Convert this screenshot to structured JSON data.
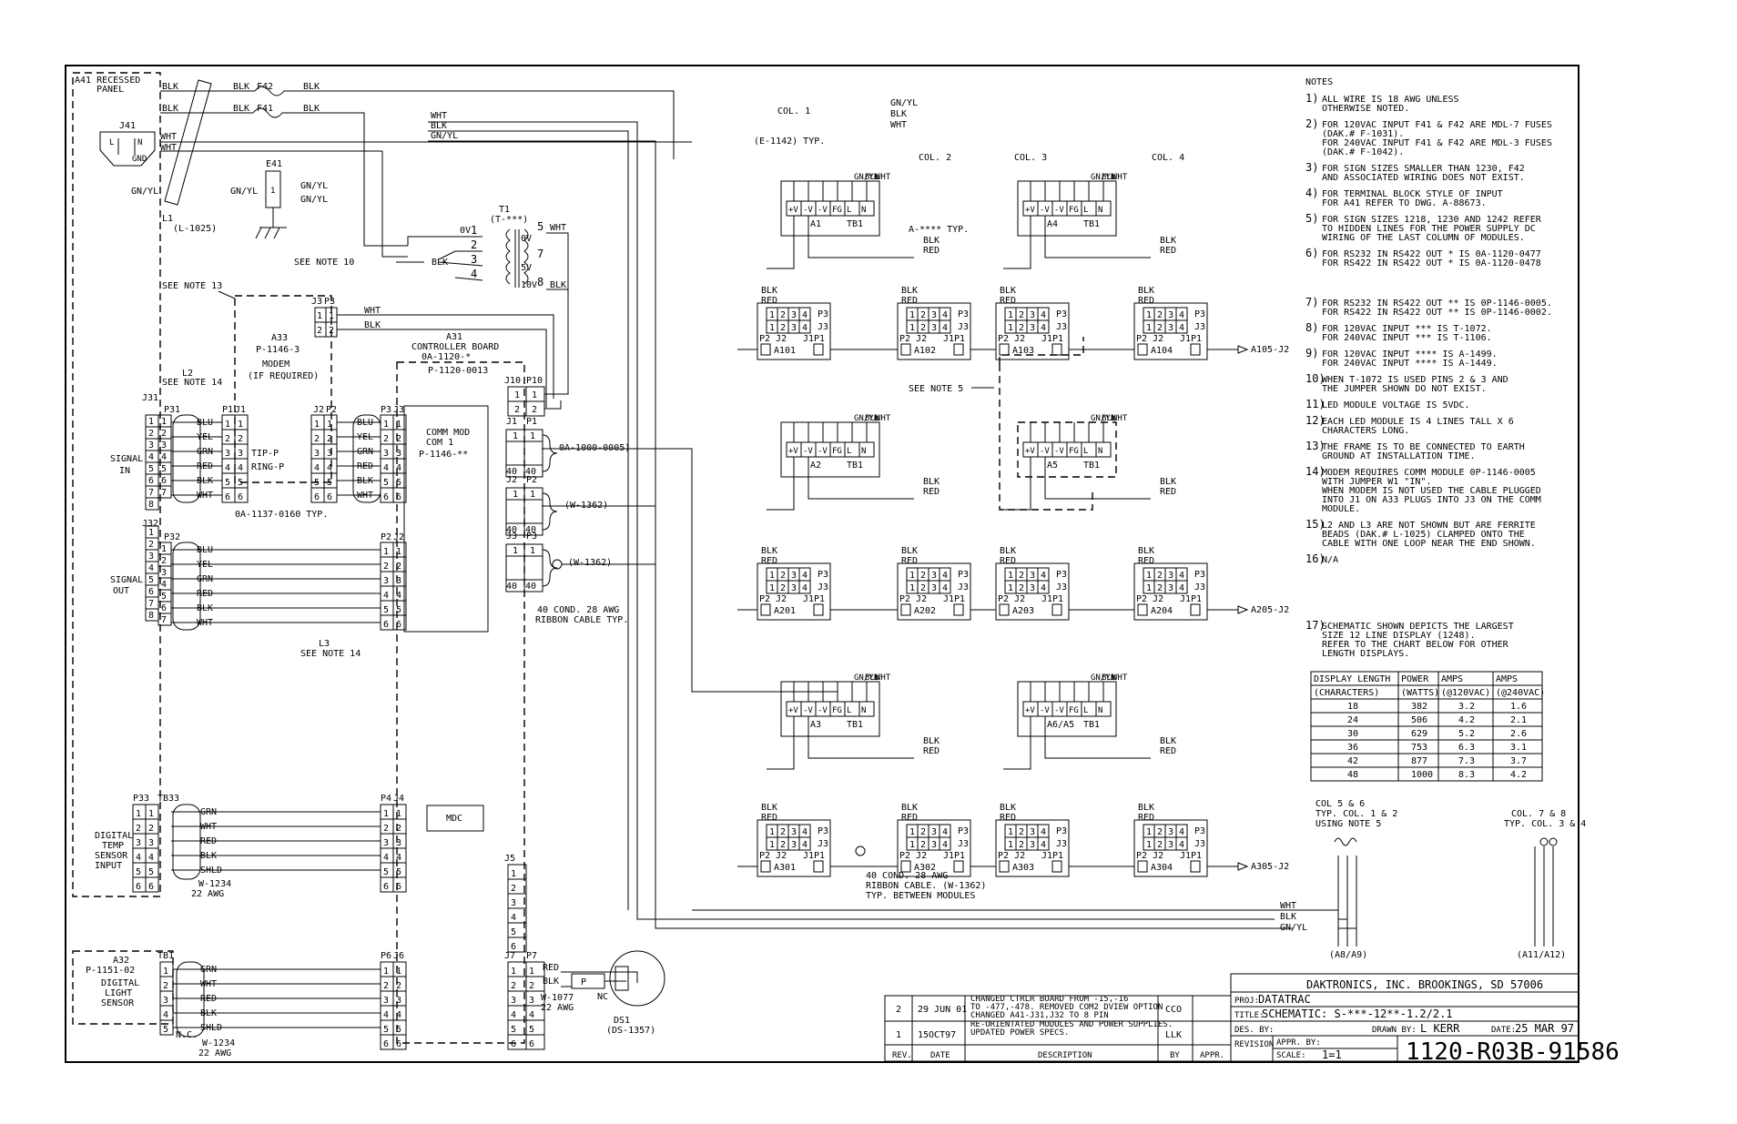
{
  "title_block": {
    "company": "DAKTRONICS, INC.   BROOKINGS, SD 57006",
    "proj_label": "PROJ:",
    "proj": "DATATRAC",
    "title_label": "TITLE:",
    "title": "SCHEMATIC: S-***-12**-1.2/2.1",
    "des_by_label": "DES. BY:",
    "drawn_by_label": "DRAWN BY:",
    "drawn_by": "L KERR",
    "date_label": "DATE:",
    "date": "25 MAR 97",
    "revision_label": "REVISION",
    "appr_by_label": "APPR. BY:",
    "scale_label": "SCALE:",
    "scale": "1=1",
    "drawing_number": "1120-R03B-91586"
  },
  "revisions": {
    "headers": [
      "REV.",
      "DATE",
      "DESCRIPTION",
      "BY",
      "APPR."
    ],
    "rows": [
      {
        "rev": "2",
        "date": "29 JUN 01",
        "desc": [
          "CHANGED CTRLR BOARD FROM -15,-16",
          "TO -477,-478.  REMOVED COM2 DVIEW OPTION",
          "CHANGED A41-J31,J32 TO 8 PIN"
        ],
        "by": "CCO"
      },
      {
        "rev": "1",
        "date": "15OCT97",
        "desc": [
          "RE-ORIENTATED MODULES AND POWER SUPPLIES.",
          "UPDATED POWER SPECS."
        ],
        "by": "LLK"
      }
    ]
  },
  "notes": {
    "heading": "NOTES",
    "items": [
      {
        "n": "1)",
        "lines": [
          "ALL WIRE IS 18 AWG UNLESS",
          "OTHERWISE NOTED."
        ]
      },
      {
        "n": "2)",
        "lines": [
          "FOR 120VAC INPUT F41 & F42 ARE MDL-7 FUSES",
          "(DAK.# F-1031).",
          "FOR 240VAC INPUT F41 & F42 ARE MDL-3 FUSES",
          "(DAK.# F-1042)."
        ]
      },
      {
        "n": "3)",
        "lines": [
          "FOR SIGN SIZES SMALLER THAN 1230, F42",
          "AND ASSOCIATED WIRING DOES NOT EXIST."
        ]
      },
      {
        "n": "4)",
        "lines": [
          "FOR TERMINAL BLOCK STYLE OF INPUT",
          "FOR A41 REFER TO DWG. A-88673."
        ]
      },
      {
        "n": "5)",
        "lines": [
          "FOR SIGN SIZES 1218, 1230 AND 1242 REFER",
          "TO HIDDEN LINES FOR THE POWER SUPPLY DC",
          "WIRING OF THE LAST COLUMN OF MODULES."
        ]
      },
      {
        "n": "6)",
        "lines": [
          "FOR RS232 IN RS422 OUT * IS 0A-1120-0477",
          "FOR RS422 IN RS422 OUT * IS 0A-1120-0478"
        ]
      },
      {
        "n": "7)",
        "lines": [
          "FOR RS232 IN RS422 OUT ** IS 0P-1146-0005.",
          "FOR RS422 IN RS422 OUT ** IS 0P-1146-0002."
        ]
      },
      {
        "n": "8)",
        "lines": [
          "FOR 120VAC INPUT *** IS T-1072.",
          "FOR 240VAC INPUT *** IS T-1106."
        ]
      },
      {
        "n": "9)",
        "lines": [
          "FOR 120VAC INPUT **** IS A-1499.",
          "FOR 240VAC INPUT **** IS A-1449."
        ]
      },
      {
        "n": "10)",
        "lines": [
          "WHEN T-1072 IS USED PINS 2 & 3 AND",
          "THE JUMPER SHOWN DO NOT EXIST."
        ]
      },
      {
        "n": "11)",
        "lines": [
          "LED MODULE VOLTAGE IS 5VDC."
        ]
      },
      {
        "n": "12)",
        "lines": [
          "EACH LED MODULE IS 4 LINES TALL X 6",
          "CHARACTERS LONG."
        ]
      },
      {
        "n": "13)",
        "lines": [
          "THE FRAME IS TO BE CONNECTED TO EARTH",
          "GROUND AT INSTALLATION TIME."
        ]
      },
      {
        "n": "14)",
        "lines": [
          "MODEM REQUIRES COMM MODULE 0P-1146-0005",
          "WITH JUMPER W1 \"IN\".",
          "WHEN MODEM IS NOT USED THE CABLE PLUGGED",
          "INTO J1 ON A33 PLUGS INTO J3 ON THE COMM",
          "MODULE."
        ]
      },
      {
        "n": "15)",
        "lines": [
          "L2 AND L3 ARE NOT SHOWN BUT ARE FERRITE",
          "BEADS (DAK.# L-1025) CLAMPED ONTO THE",
          "CABLE WITH ONE LOOP NEAR THE END SHOWN."
        ]
      },
      {
        "n": "16)",
        "lines": [
          "N/A"
        ]
      },
      {
        "n": "17)",
        "lines": [
          "SCHEMATIC SHOWN DEPICTS THE LARGEST",
          "SIZE 12 LINE DISPLAY (1248).",
          "REFER TO THE CHART BELOW FOR OTHER",
          "LENGTH DISPLAYS."
        ]
      }
    ]
  },
  "display_table": {
    "headers": [
      [
        "DISPLAY LENGTH",
        "(CHARACTERS)"
      ],
      [
        "POWER",
        "(WATTS)"
      ],
      [
        "AMPS",
        "(@120VAC)"
      ],
      [
        "AMPS",
        "(@240VAC)"
      ]
    ],
    "rows": [
      [
        "18",
        "382",
        "3.2",
        "1.6"
      ],
      [
        "24",
        "506",
        "4.2",
        "2.1"
      ],
      [
        "30",
        "629",
        "5.2",
        "2.6"
      ],
      [
        "36",
        "753",
        "6.3",
        "3.1"
      ],
      [
        "42",
        "877",
        "7.3",
        "3.7"
      ],
      [
        "48",
        "1000",
        "8.3",
        "4.2"
      ]
    ]
  },
  "power_entry": {
    "panel": [
      "A41 RECESSED",
      "PANEL"
    ],
    "blk": "BLK",
    "wht": "WHT",
    "gnyl": "GN/YL",
    "f42": "F42",
    "f41": "F41",
    "j41": "J41",
    "l_pin": "L",
    "n_pin": "N",
    "gnd_pin": "GND",
    "l1": [
      "L1",
      "(L-1025)"
    ],
    "e41": "E41",
    "e41_pin": "1",
    "see_note_10": "SEE NOTE 10",
    "t1": [
      "T1",
      "(T-***)"
    ],
    "t1_pins": [
      "0V",
      "1",
      "2",
      "3",
      "4"
    ],
    "t1_sec": [
      "0V",
      "5V",
      "10V"
    ],
    "t1_sec_pins": [
      "5",
      "7",
      "8"
    ]
  },
  "modem": {
    "labels": [
      "A33",
      "P-1146-3",
      "MODEM",
      "(IF REQUIRED)"
    ],
    "see_note_13": "SEE NOTE 13",
    "j3": "J3",
    "p3": "P3",
    "pins": [
      "1",
      "2"
    ],
    "tip": "TIP-P",
    "ring": "RING-P"
  },
  "l2": [
    "L2",
    "SEE NOTE 14"
  ],
  "l3": [
    "L3",
    "SEE NOTE 14"
  ],
  "signal_in": {
    "label": [
      "SIGNAL",
      "IN"
    ],
    "j": "J31",
    "p": "P31"
  },
  "signal_out": {
    "label": [
      "SIGNAL",
      "OUT"
    ],
    "j": "J32",
    "p": "P32"
  },
  "pins8": [
    "1",
    "2",
    "3",
    "4",
    "5",
    "6",
    "7",
    "8"
  ],
  "pins6": [
    "1",
    "2",
    "3",
    "4",
    "5",
    "6"
  ],
  "pins5": [
    "1",
    "2",
    "3",
    "4",
    "5"
  ],
  "colors6": [
    "BLU",
    "YEL",
    "GRN",
    "RED",
    "BLK",
    "WHT"
  ],
  "colors5": [
    "GRN",
    "WHT",
    "RED",
    "BLK",
    "SHLD"
  ],
  "cable_0160": "0A-1137-0160 TYP.",
  "conn_labels": {
    "p1": "P1",
    "j1": "J1",
    "j2": "J2",
    "p2": "P2",
    "j3": "J3"
  },
  "comm_mod": [
    "COMM MOD",
    "COM 1",
    "P-1146-**"
  ],
  "controller": [
    "A31",
    "CONTROLLER BOARD",
    "0A-1120-*",
    "P-1120-0013"
  ],
  "right_conns": [
    "J10",
    "P10",
    "J1",
    "P1",
    "J2",
    "P2",
    "J3",
    "P3"
  ],
  "ribbon_pins": [
    "1",
    "2",
    "40",
    "40"
  ],
  "cables": {
    "c0005": "0A-1000-0005)",
    "w1362a": "(W-1362)",
    "w1362b": "(W-1362)",
    "ribbon": [
      "40 COND. 28 AWG",
      "RIBBON CABLE TYP."
    ]
  },
  "temp": {
    "label": [
      "DIGITAL",
      "TEMP",
      "SENSOR",
      "INPUT"
    ],
    "p": "P33",
    "tb": "TB33",
    "p4": "P4",
    "j4": "J4",
    "mdc": "MDC",
    "wire": [
      "W-1234",
      "22 AWG"
    ]
  },
  "light": {
    "label": [
      "A32",
      "P-1151-02",
      "DIGITAL",
      "LIGHT",
      "SENSOR"
    ],
    "tb": "TB1",
    "p6": "P6",
    "j6": "J6",
    "nc": "N.C.",
    "wire": [
      "W-1234",
      "22 AWG"
    ]
  },
  "j5": {
    "label": "J5",
    "pins": [
      "1",
      "2",
      "3",
      "4",
      "5",
      "6"
    ]
  },
  "j7": {
    "j": "J7",
    "p": "P7",
    "pins": [
      "1",
      "2",
      "3",
      "4",
      "5",
      "6"
    ],
    "red": "RED",
    "blk": "BLK",
    "p_label": "P",
    "nc": "NC",
    "wire": [
      "W-1077",
      "22 AWG"
    ]
  },
  "ds1": [
    "DS1",
    "(DS-1357)"
  ],
  "psu": {
    "cols": [
      "COL. 1",
      "COL. 2",
      "COL. 3",
      "COL. 4"
    ],
    "e1142": "(E-1142) TYP.",
    "a_typ": "A-**** TYP.",
    "terms": [
      "+V",
      "-V",
      "-V",
      "FG",
      "L",
      "N"
    ],
    "tb1": "TB1",
    "labels": [
      "A1",
      "A4",
      "A2",
      "A5",
      "A3",
      "A6/A5"
    ],
    "see_note_5": "SEE NOTE 5",
    "wires": {
      "gnyl": "GN/YL",
      "blk": "BLK",
      "wht": "WHT",
      "red": "RED"
    }
  },
  "modules": {
    "row1": [
      "A101",
      "A102",
      "A103",
      "A104"
    ],
    "row2": [
      "A201",
      "A202",
      "A203",
      "A204"
    ],
    "row3": [
      "A301",
      "A302",
      "A303",
      "A304"
    ],
    "out": [
      "A105-J2",
      "A205-J2",
      "A305-J2"
    ],
    "pins": [
      "1",
      "2",
      "3",
      "4"
    ],
    "p3": "P3",
    "j3": "J3",
    "p2": "P2",
    "j2": "J2",
    "j1": "J1",
    "p1": "P1",
    "ribbon": [
      "40 COND. 28 AWG",
      "RIBBON CABLE. (W-1362)",
      "TYP. BETWEEN MODULES"
    ]
  },
  "col_refs": {
    "c56": [
      "COL 5 & 6",
      "TYP. COL. 1 & 2",
      "USING NOTE 5"
    ],
    "c78": [
      "COL. 7 & 8",
      "TYP. COL. 3 & 4"
    ],
    "a8": "(A8/A9)",
    "a11": "(A11/A12)"
  }
}
